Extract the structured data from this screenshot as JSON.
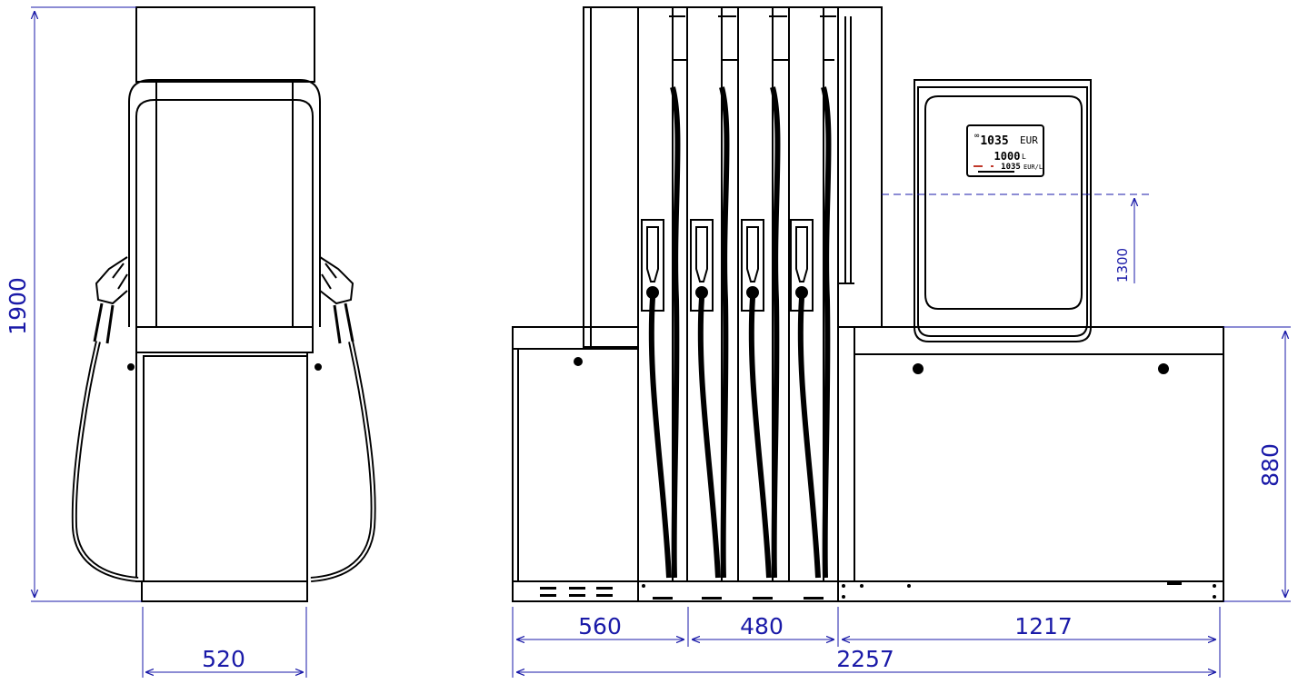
{
  "colors": {
    "line": "#000000",
    "dimension": "#1a1aa8",
    "background": "#ffffff",
    "lcd_accent": "#c0392b"
  },
  "dimensions": {
    "total_height": "1900",
    "front_width": "520",
    "left_section": "560",
    "nozzle_section": "480",
    "right_section": "1217",
    "total_width": "2257",
    "base_height": "880",
    "display_height": "1300"
  },
  "display": {
    "amount_value": "1035",
    "amount_unit": "EUR",
    "volume_value": "1000",
    "volume_unit": "L",
    "price_value": "1035",
    "price_unit": "EUR/L"
  }
}
